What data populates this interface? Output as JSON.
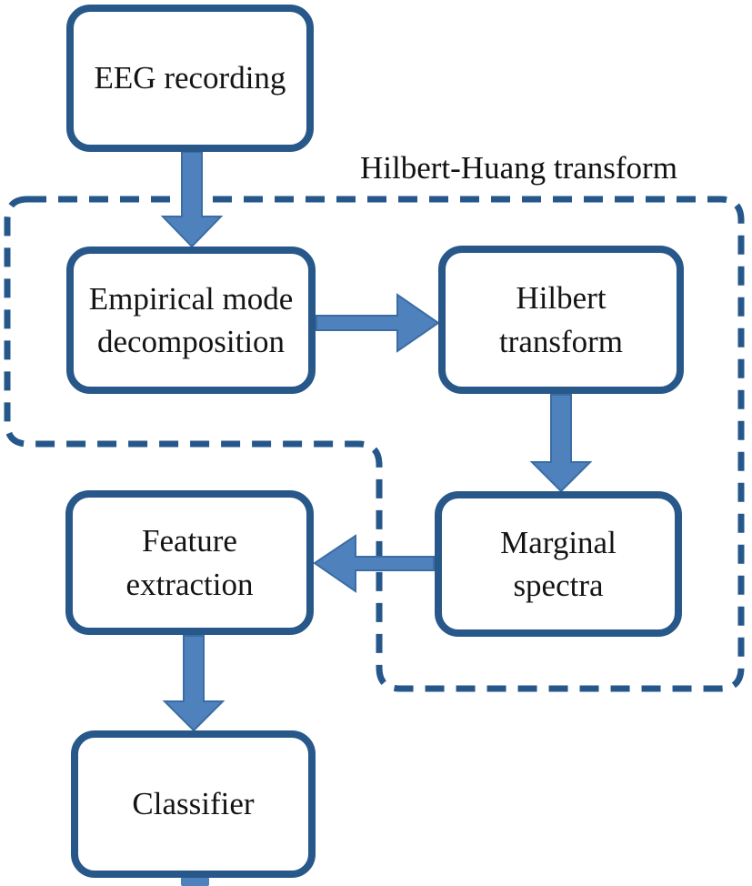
{
  "diagram": {
    "group": {
      "label": "Hilbert-Huang transform",
      "members": [
        "empirical-mode-decomposition",
        "hilbert-transform",
        "marginal-spectra"
      ]
    },
    "nodes": [
      {
        "id": "eeg-recording",
        "label": "EEG recording"
      },
      {
        "id": "empirical-mode-decomposition",
        "label": "Empirical mode decomposition"
      },
      {
        "id": "hilbert-transform",
        "label": "Hilbert transform"
      },
      {
        "id": "marginal-spectra",
        "label": "Marginal spectra"
      },
      {
        "id": "feature-extraction",
        "label": "Feature extraction"
      },
      {
        "id": "classifier",
        "label": "Classifier"
      }
    ],
    "edges": [
      {
        "from": "eeg-recording",
        "to": "empirical-mode-decomposition",
        "direction": "down"
      },
      {
        "from": "empirical-mode-decomposition",
        "to": "hilbert-transform",
        "direction": "right"
      },
      {
        "from": "hilbert-transform",
        "to": "marginal-spectra",
        "direction": "down"
      },
      {
        "from": "marginal-spectra",
        "to": "feature-extraction",
        "direction": "left"
      },
      {
        "from": "feature-extraction",
        "to": "classifier",
        "direction": "down"
      }
    ],
    "colors": {
      "box_border": "#28588a",
      "group_outline": "#26578a",
      "arrow_fill": "#4f81bd",
      "arrow_stroke": "#3a6da3",
      "text": "#141414",
      "background": "#ffffff"
    }
  }
}
